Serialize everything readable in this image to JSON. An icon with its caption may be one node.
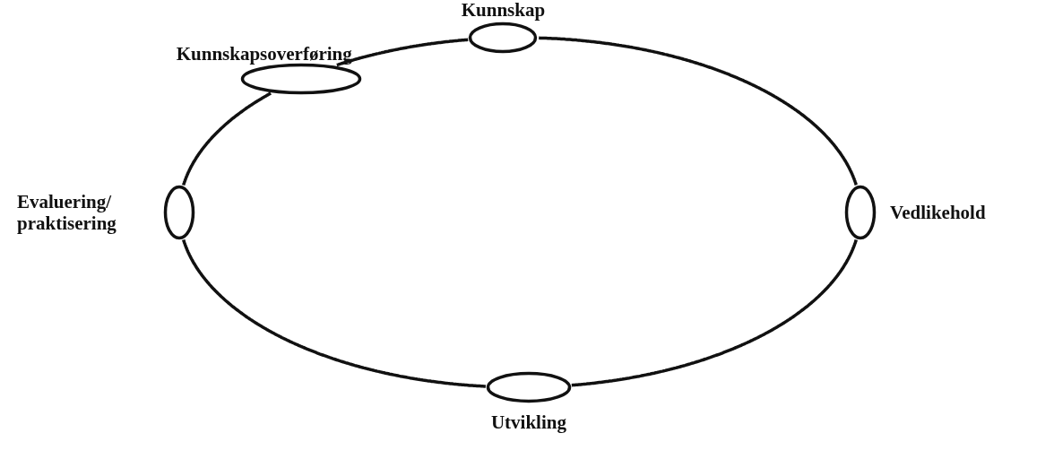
{
  "diagram": {
    "nodes": [
      {
        "text": [
          "Kunnskap"
        ]
      },
      {
        "text": [
          "Vedlikehold"
        ]
      },
      {
        "text": [
          "Utvikling"
        ]
      },
      {
        "text": [
          "Evaluering/ praktisering"
        ]
      },
      {
        "text": [
          "Kunnskapsoverføring"
        ]
      }
    ],
    "edges": [
      {
        "from": 0,
        "to": 1,
        "arrow": "none"
      },
      {
        "from": 1,
        "to": 2,
        "arrow": "none"
      },
      {
        "from": 2,
        "to": 3,
        "arrow": "none"
      },
      {
        "from": 3,
        "to": 4,
        "arrow": "none"
      },
      {
        "from": 4,
        "to": 0,
        "arrow": "none"
      }
    ]
  }
}
